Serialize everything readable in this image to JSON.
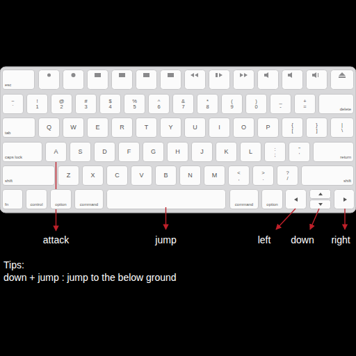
{
  "diagram": {
    "nodes": [
      {
        "text": [
          "esc"
        ]
      },
      {
        "text": [
          "~",
          "`"
        ]
      },
      {
        "text": [
          "!",
          "1"
        ]
      },
      {
        "text": [
          "@",
          "2"
        ]
      },
      {
        "text": [
          "#",
          "3"
        ]
      },
      {
        "text": [
          "$",
          "4"
        ]
      },
      {
        "text": [
          "%",
          "5"
        ]
      },
      {
        "text": [
          "^",
          "6"
        ]
      },
      {
        "text": [
          "&",
          "7"
        ]
      },
      {
        "text": [
          "*",
          "8"
        ]
      },
      {
        "text": [
          "(",
          "9"
        ]
      },
      {
        "text": [
          ")",
          "0"
        ]
      },
      {
        "text": [
          "_",
          "-"
        ]
      },
      {
        "text": [
          "+",
          "="
        ]
      },
      {
        "text": [
          "delete"
        ]
      },
      {
        "text": [
          "tab"
        ]
      },
      {
        "text": [
          "Q"
        ]
      },
      {
        "text": [
          "W"
        ]
      },
      {
        "text": [
          "E"
        ]
      },
      {
        "text": [
          "R"
        ]
      },
      {
        "text": [
          "T"
        ]
      },
      {
        "text": [
          "Y"
        ]
      },
      {
        "text": [
          "U"
        ]
      },
      {
        "text": [
          "I"
        ]
      },
      {
        "text": [
          "O"
        ]
      },
      {
        "text": [
          "P"
        ]
      },
      {
        "text": [
          "{",
          "["
        ]
      },
      {
        "text": [
          "}",
          "]"
        ]
      },
      {
        "text": [
          "|",
          "\\"
        ]
      },
      {
        "text": [
          "caps lock"
        ]
      },
      {
        "text": [
          "A"
        ]
      },
      {
        "text": [
          "S"
        ]
      },
      {
        "text": [
          "D"
        ]
      },
      {
        "text": [
          "F"
        ]
      },
      {
        "text": [
          "G"
        ]
      },
      {
        "text": [
          "H"
        ]
      },
      {
        "text": [
          "J"
        ]
      },
      {
        "text": [
          "K"
        ]
      },
      {
        "text": [
          "L"
        ]
      },
      {
        "text": [
          ":",
          ";"
        ]
      },
      {
        "text": [
          "\"",
          "'"
        ]
      },
      {
        "text": [
          "return"
        ]
      },
      {
        "text": [
          "shift"
        ]
      },
      {
        "text": [
          "Z"
        ]
      },
      {
        "text": [
          "X"
        ]
      },
      {
        "text": [
          "C"
        ]
      },
      {
        "text": [
          "V"
        ]
      },
      {
        "text": [
          "B"
        ]
      },
      {
        "text": [
          "N"
        ]
      },
      {
        "text": [
          "M"
        ]
      },
      {
        "text": [
          "<",
          ","
        ]
      },
      {
        "text": [
          ">",
          "."
        ]
      },
      {
        "text": [
          "?",
          "/"
        ]
      },
      {
        "text": [
          "shift"
        ]
      },
      {
        "text": [
          "fn"
        ]
      },
      {
        "text": [
          "control"
        ]
      },
      {
        "text": [
          "option"
        ]
      },
      {
        "text": [
          "command"
        ]
      },
      {
        "text": [
          "command"
        ]
      },
      {
        "text": [
          "option"
        ]
      }
    ],
    "labels": [
      "attack",
      "jump",
      "left",
      "down",
      "right",
      "Tips:",
      "down + jump : jump to the below ground"
    ]
  }
}
